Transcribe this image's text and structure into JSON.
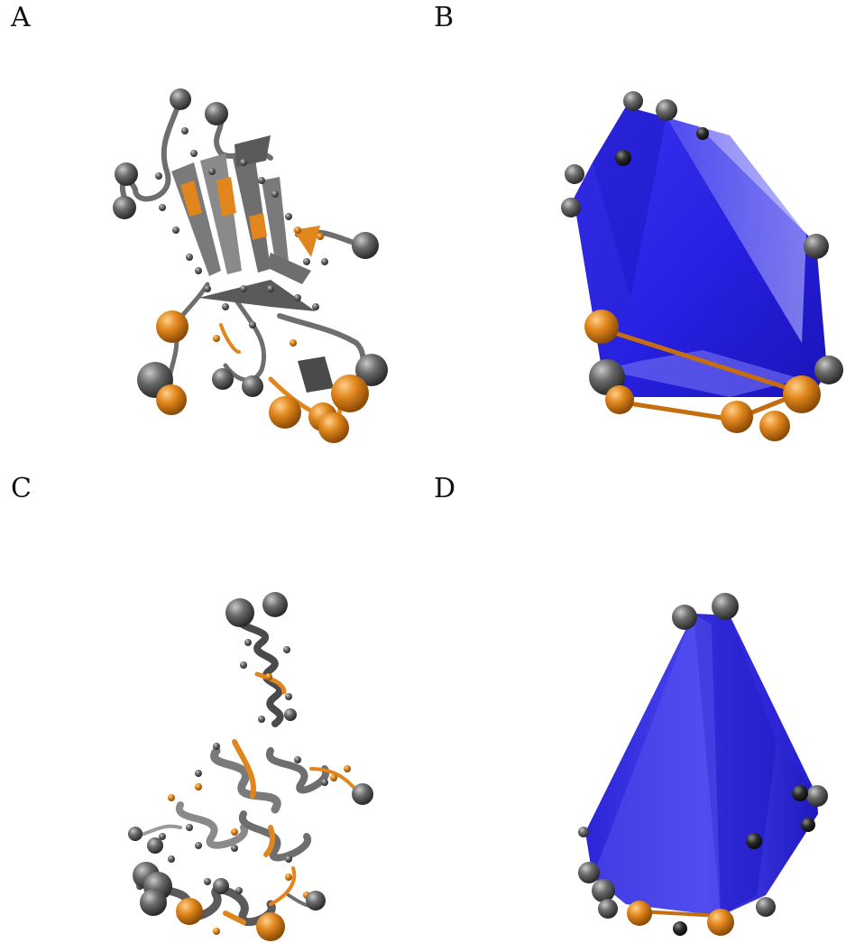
{
  "panels": {
    "a": {
      "label": "A"
    },
    "b": {
      "label": "B"
    },
    "c": {
      "label": "C"
    },
    "d": {
      "label": "D"
    }
  },
  "colors": {
    "ribbon_gray": "#6e6e6e",
    "atom_gray": "#5a5a5a",
    "atom_orange": "#e0861c",
    "hull_blue": "#2a23e6"
  },
  "icons": {
    "atom": "sphere-icon",
    "hull": "polyhedron-icon"
  }
}
